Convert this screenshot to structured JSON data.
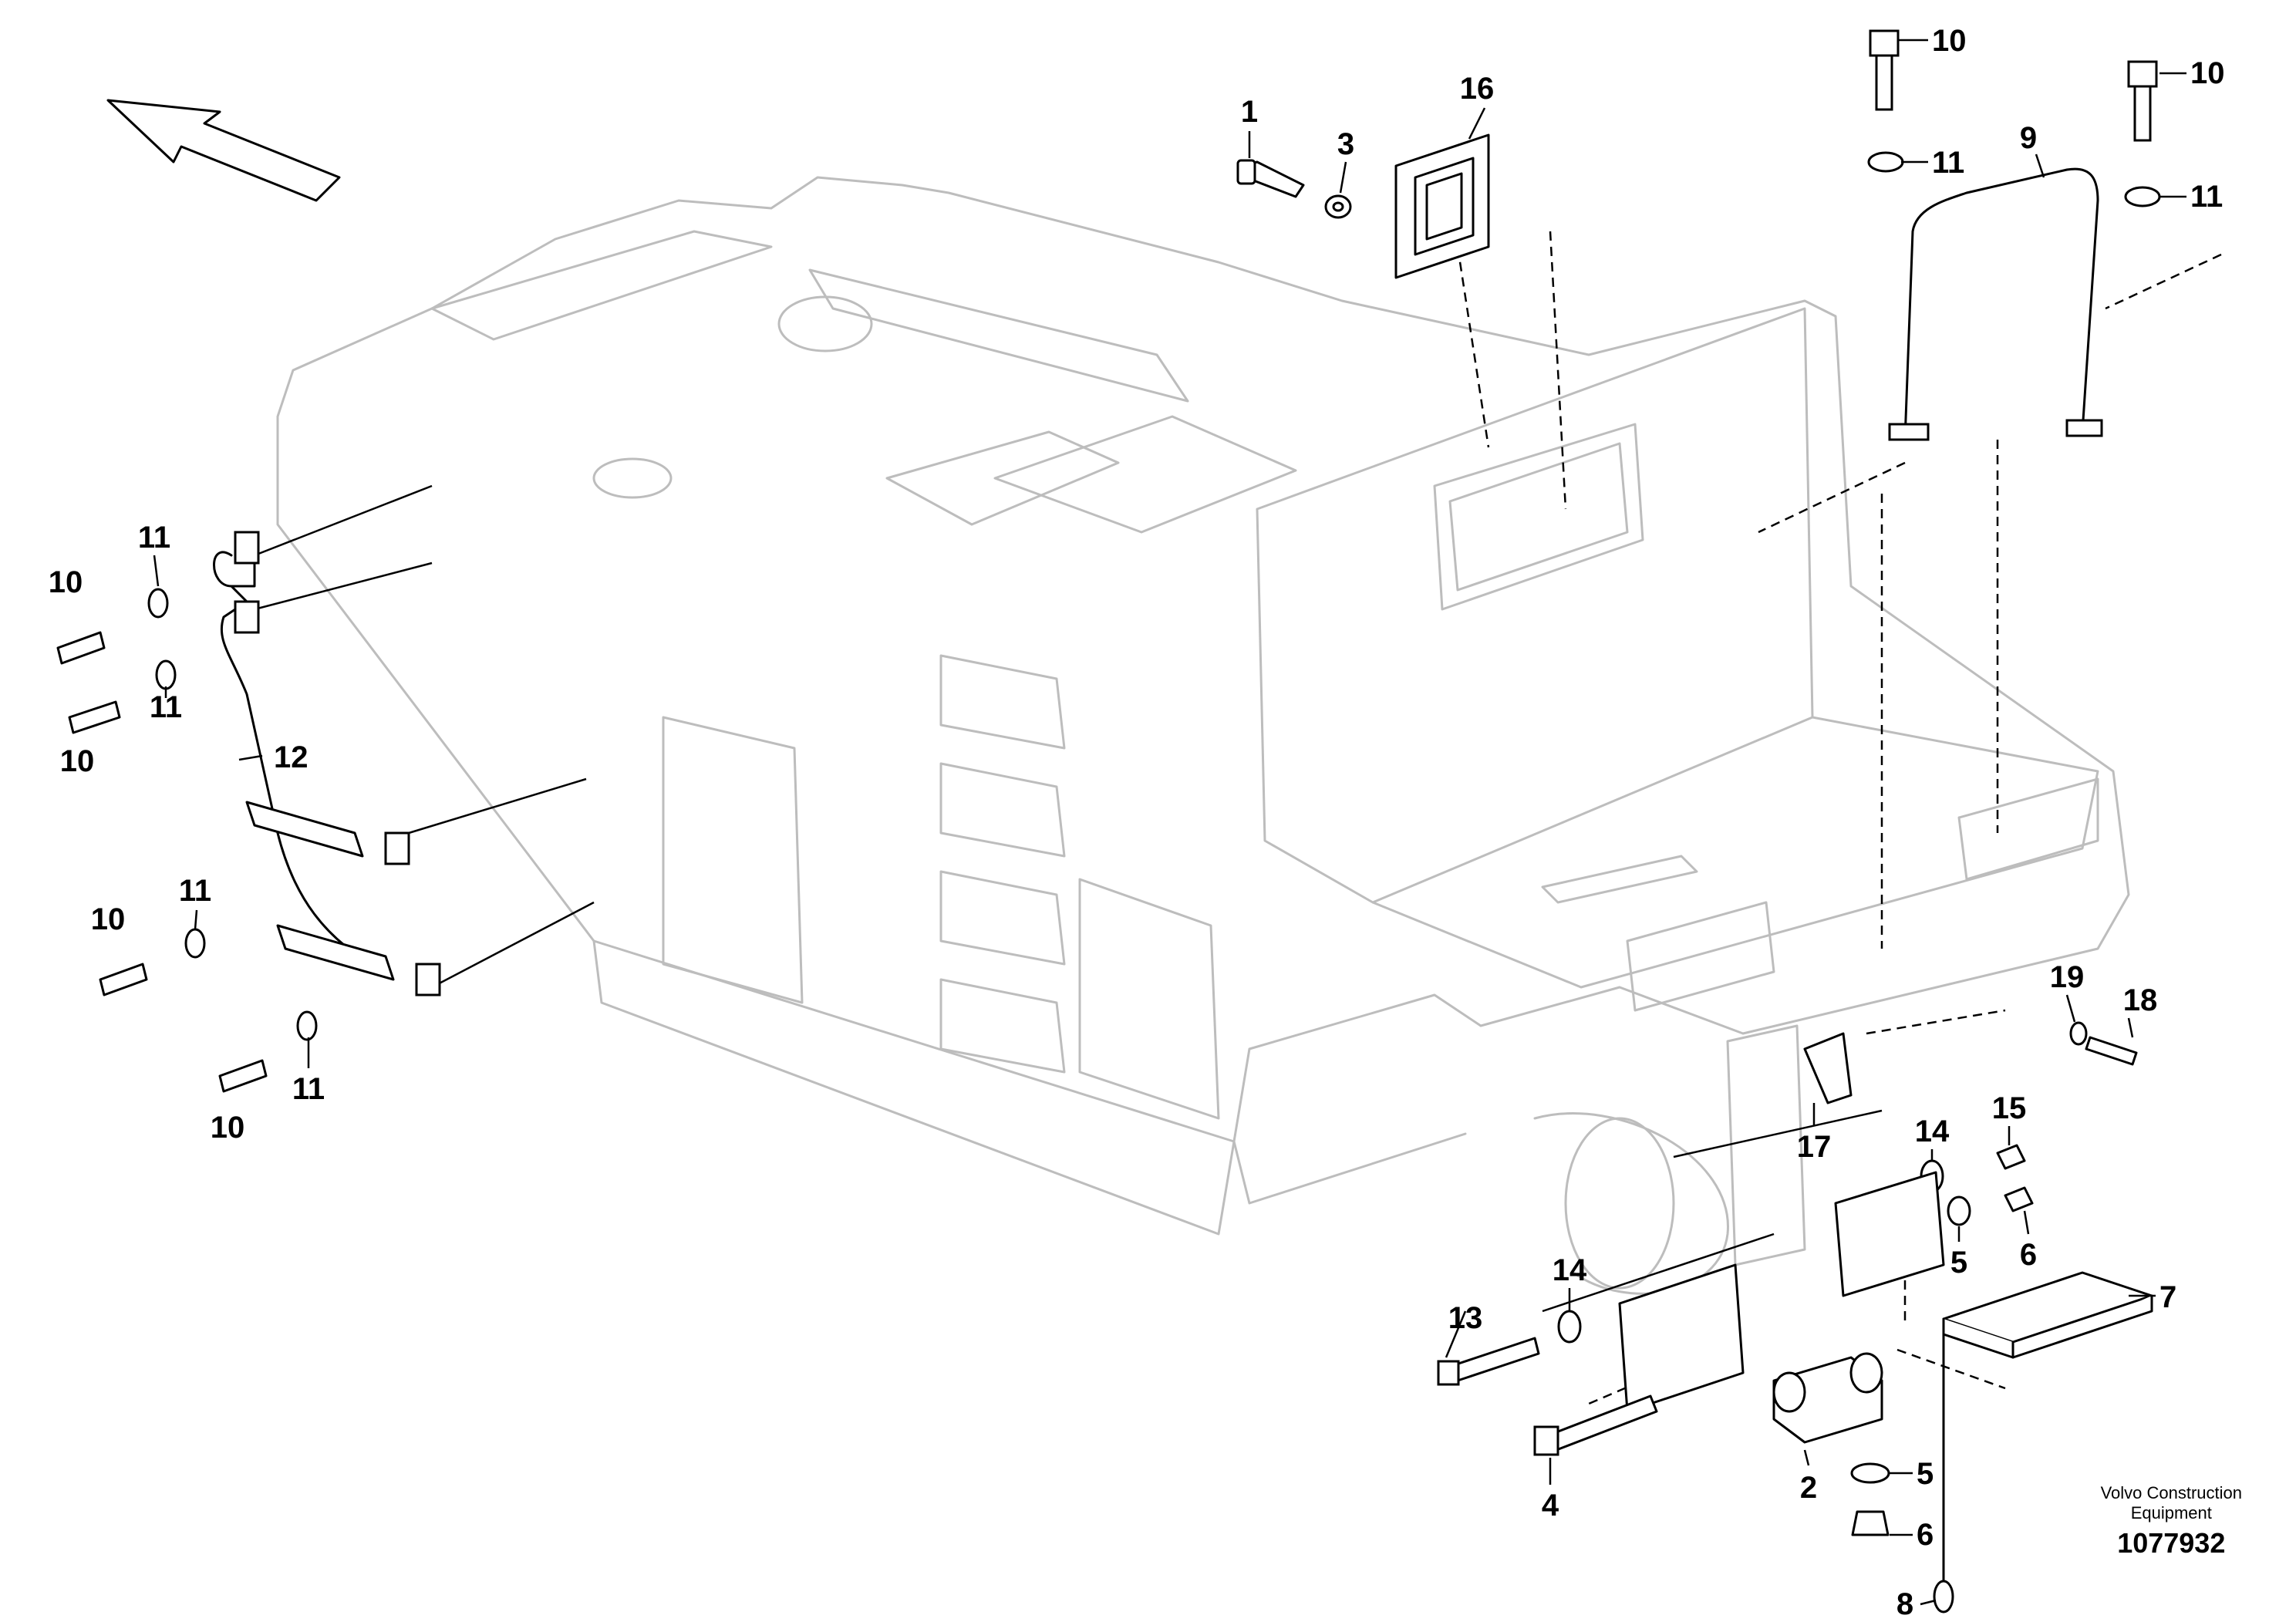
{
  "callouts": {
    "c1": "1",
    "c2": "2",
    "c3": "3",
    "c4": "4",
    "c5a": "5",
    "c5b": "5",
    "c6a": "6",
    "c6b": "6",
    "c7": "7",
    "c8": "8",
    "c9": "9",
    "c10a": "10",
    "c10b": "10",
    "c10c": "10",
    "c10d": "10",
    "c10e": "10",
    "c10f": "10",
    "c11a": "11",
    "c11b": "11",
    "c11c": "11",
    "c11d": "11",
    "c11e": "11",
    "c11f": "11",
    "c12": "12",
    "c13": "13",
    "c14a": "14",
    "c14b": "14",
    "c15": "15",
    "c16": "16",
    "c17": "17",
    "c18": "18",
    "c19": "19"
  },
  "credit": {
    "brand": "Volvo Construction Equipment",
    "brand_line1": "Volvo Construction",
    "brand_line2": "Equipment",
    "drawing_number": "1077932"
  }
}
